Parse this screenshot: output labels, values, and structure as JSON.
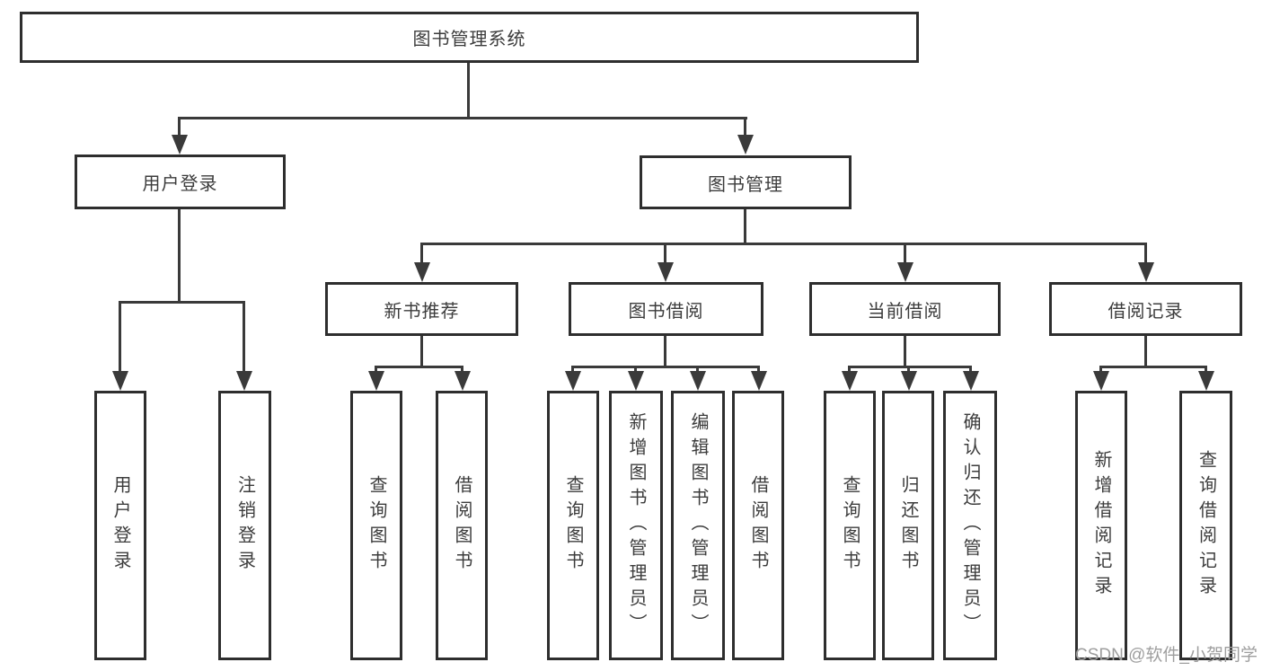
{
  "tree": {
    "root": {
      "label": "图书管理系统"
    },
    "children": [
      {
        "label": "用户登录",
        "children": [
          {
            "label": "用户登录"
          },
          {
            "label": "注销登录"
          }
        ]
      },
      {
        "label": "图书管理",
        "children": [
          {
            "label": "新书推荐",
            "children": [
              {
                "label": "查询图书"
              },
              {
                "label": "借阅图书"
              }
            ]
          },
          {
            "label": "图书借阅",
            "children": [
              {
                "label": "查询图书"
              },
              {
                "label": "新增图书（管理员）"
              },
              {
                "label": "编辑图书（管理员）"
              },
              {
                "label": "借阅图书"
              }
            ]
          },
          {
            "label": "当前借阅",
            "children": [
              {
                "label": "查询图书"
              },
              {
                "label": "归还图书"
              },
              {
                "label": "确认归还（管理员）"
              }
            ]
          },
          {
            "label": "借阅记录",
            "children": [
              {
                "label": "新增借阅记录"
              },
              {
                "label": "查询借阅记录"
              }
            ]
          }
        ]
      }
    ]
  },
  "watermark": {
    "text": "CSDN @软件_小贺同学"
  },
  "colors": {
    "line": "#3a3a3a",
    "box_border": "#2e2e2e",
    "text": "#3c3c3c",
    "background": "#ffffff",
    "watermark": "#9e9e9e"
  }
}
